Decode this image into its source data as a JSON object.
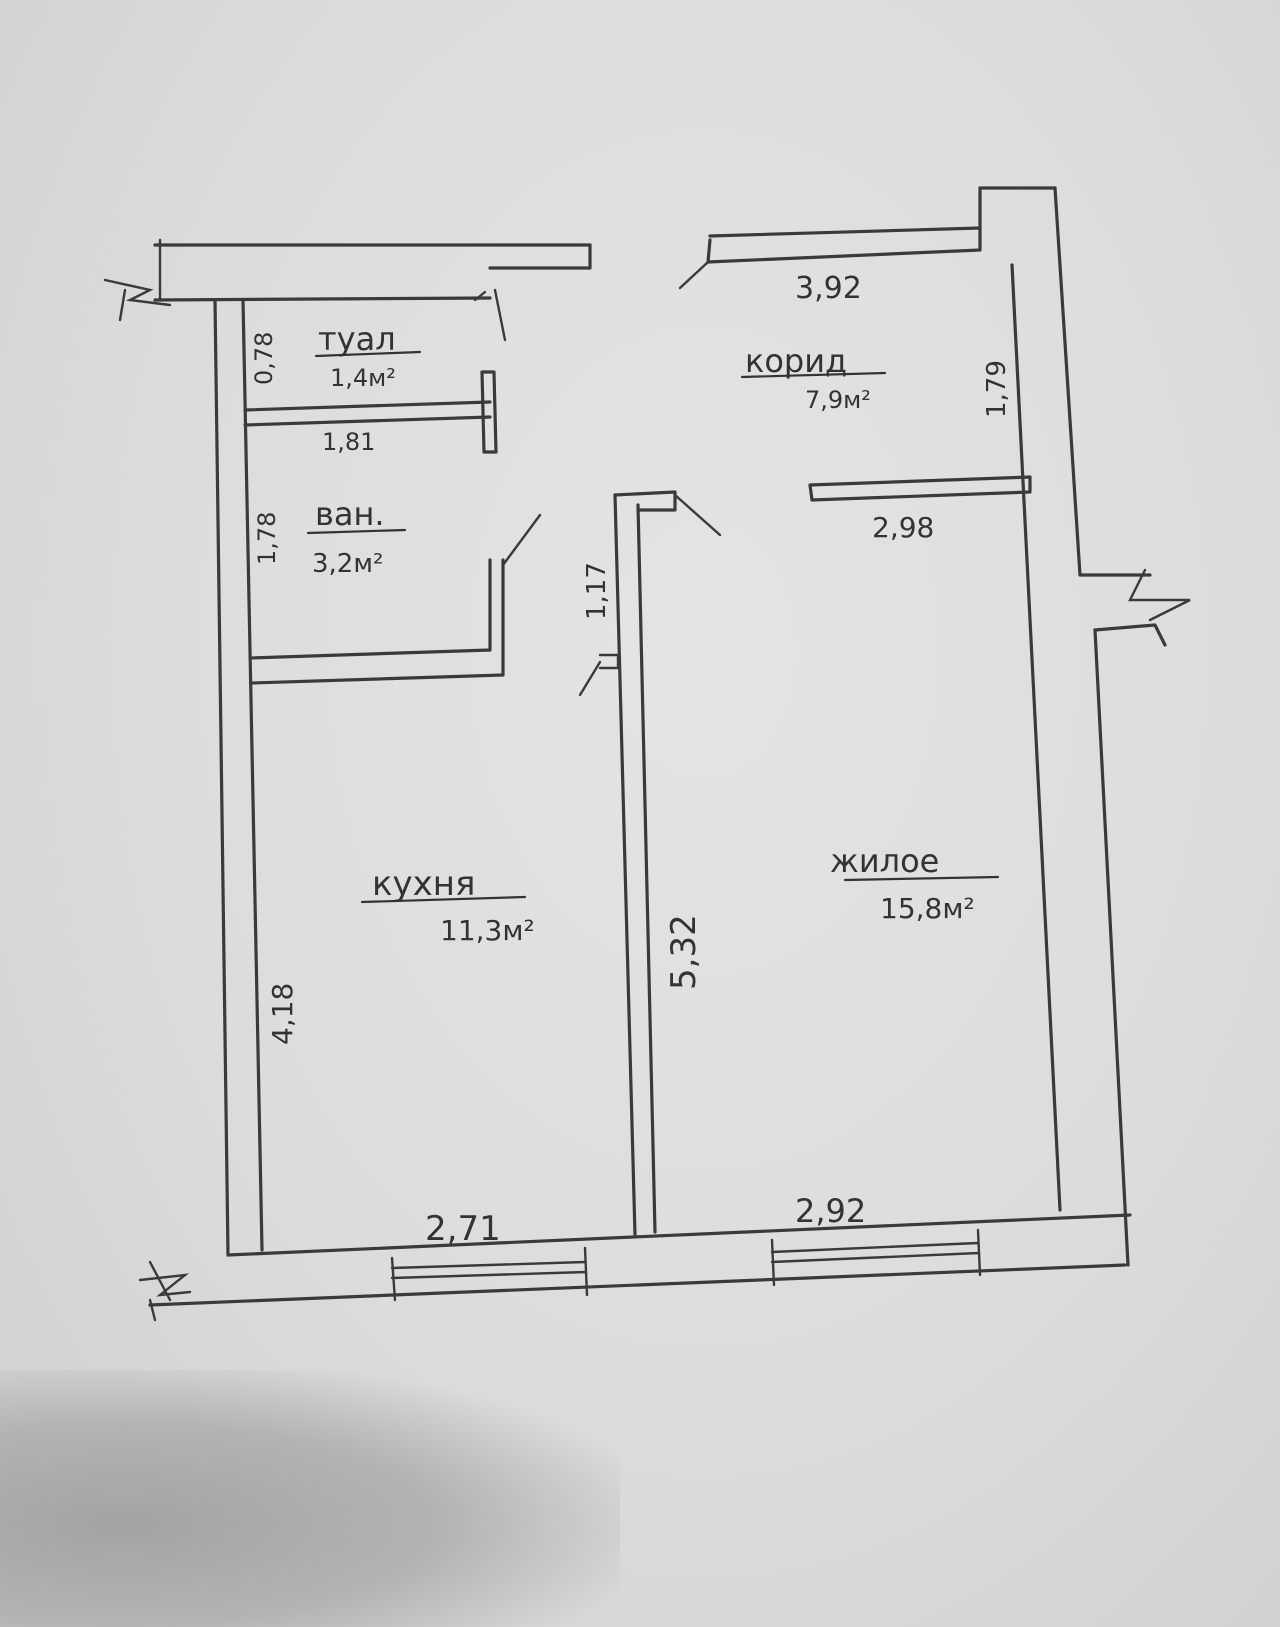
{
  "rooms": {
    "toilet": {
      "name": "туал",
      "area": "1,4м²"
    },
    "bath": {
      "name": "ван.",
      "area": "3,2м²"
    },
    "kitchen": {
      "name": "кухня",
      "area": "11,3м²"
    },
    "corridor": {
      "name": "корид",
      "area": "7,9м²"
    },
    "living": {
      "name": "жилое",
      "area": "15,8м²"
    }
  },
  "dimensions": {
    "toilet_height": "0,78",
    "toilet_width": "1,81",
    "bath_height": "1,78",
    "kitchen_height": "4,18",
    "kitchen_width": "2,71",
    "door_gap": "1,17",
    "partition_length": "5,32",
    "corridor_width": "3,92",
    "corridor_height": "1,79",
    "living_top_width": "2,98",
    "living_bottom_width": "2,92"
  }
}
